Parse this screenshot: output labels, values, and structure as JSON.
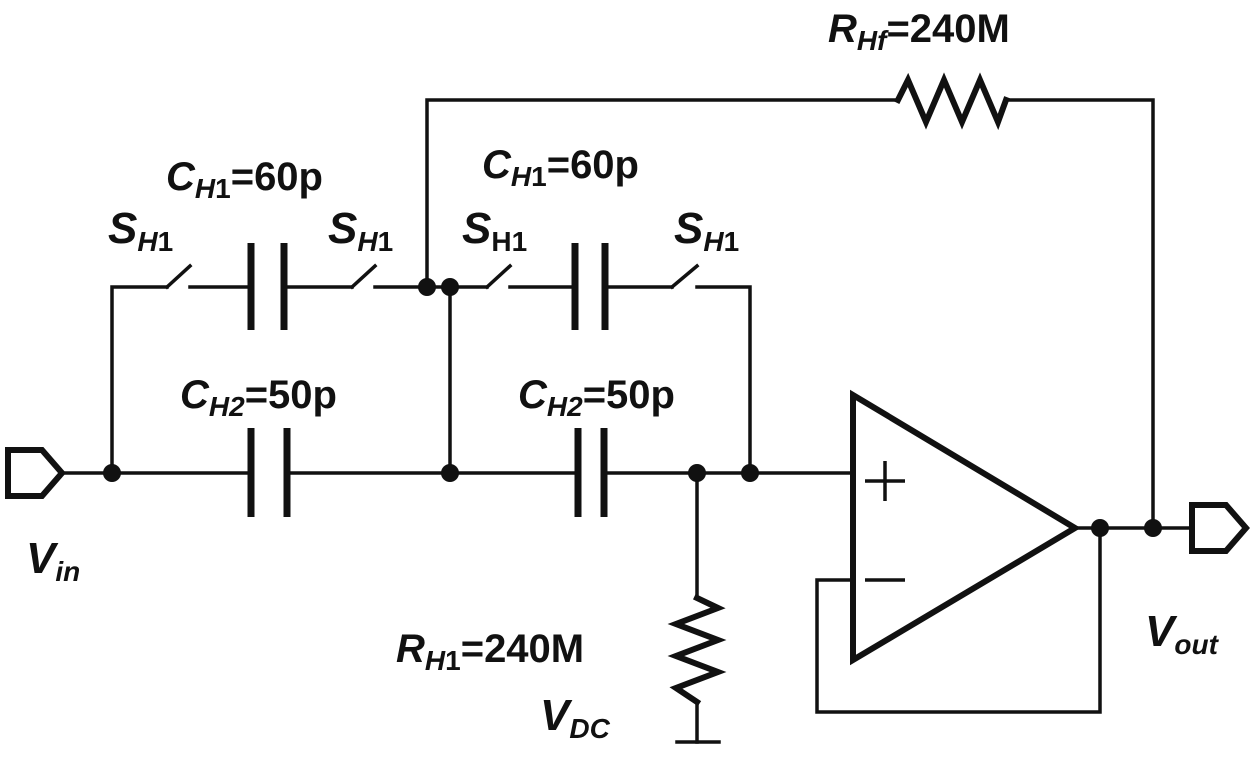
{
  "labels": {
    "rhf": {
      "sym": "R",
      "sub": "Hf",
      "val": "=240M"
    },
    "ch1_left": {
      "sym": "C",
      "sub_it": "H",
      "sub": "1",
      "val": "=60p"
    },
    "ch1_right": {
      "sym": "C",
      "sub_it": "H",
      "sub": "1",
      "val": "=60p"
    },
    "sh1_a": {
      "sym": "S",
      "sub_it": "H",
      "sub": "1"
    },
    "sh1_b": {
      "sym": "S",
      "sub_it": "H",
      "sub": "1"
    },
    "sh1_c": {
      "sym": "S",
      "sub": "H1"
    },
    "sh1_d": {
      "sym": "S",
      "sub_it": "H",
      "sub": "1"
    },
    "ch2_left": {
      "sym": "C",
      "sub": "H2",
      "val": "=50p"
    },
    "ch2_right": {
      "sym": "C",
      "sub": "H2",
      "val": "=50p"
    },
    "rh1": {
      "sym": "R",
      "sub_it": "H",
      "sub": "1",
      "val": "=240M"
    },
    "vdc": {
      "sym": "V",
      "sub": "DC"
    },
    "vin": {
      "sym": "V",
      "sub": "in"
    },
    "vout": {
      "sym": "V",
      "sub": "out"
    }
  },
  "opamp": {
    "plus": "+",
    "minus": "−"
  }
}
